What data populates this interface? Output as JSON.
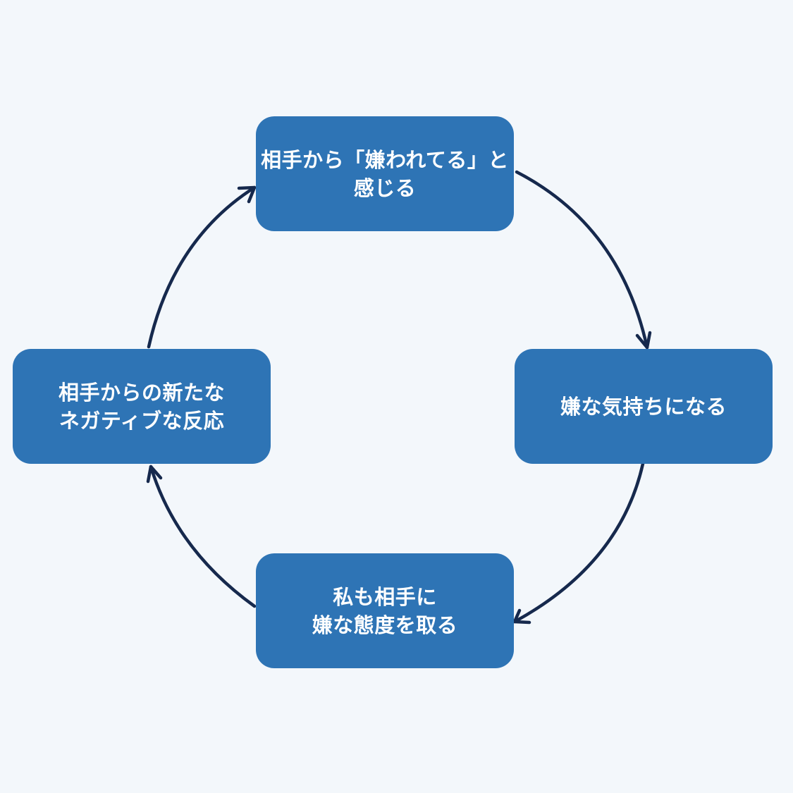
{
  "colors": {
    "background": "#f3f7fb",
    "node_fill": "#2e74b5",
    "node_text": "#ffffff",
    "arrow": "#16294d"
  },
  "cycle": {
    "nodes": [
      {
        "id": "top",
        "lines": [
          "相手から「嫌われてる」と",
          "感じる"
        ]
      },
      {
        "id": "right",
        "lines": [
          "嫌な気持ちになる"
        ]
      },
      {
        "id": "bottom",
        "lines": [
          "私も相手に",
          "嫌な態度を取る"
        ]
      },
      {
        "id": "left",
        "lines": [
          "相手からの新たな",
          "ネガティブな反応"
        ]
      }
    ],
    "edges": [
      {
        "from": "top",
        "to": "right"
      },
      {
        "from": "right",
        "to": "bottom"
      },
      {
        "from": "bottom",
        "to": "left"
      },
      {
        "from": "left",
        "to": "top"
      }
    ]
  }
}
